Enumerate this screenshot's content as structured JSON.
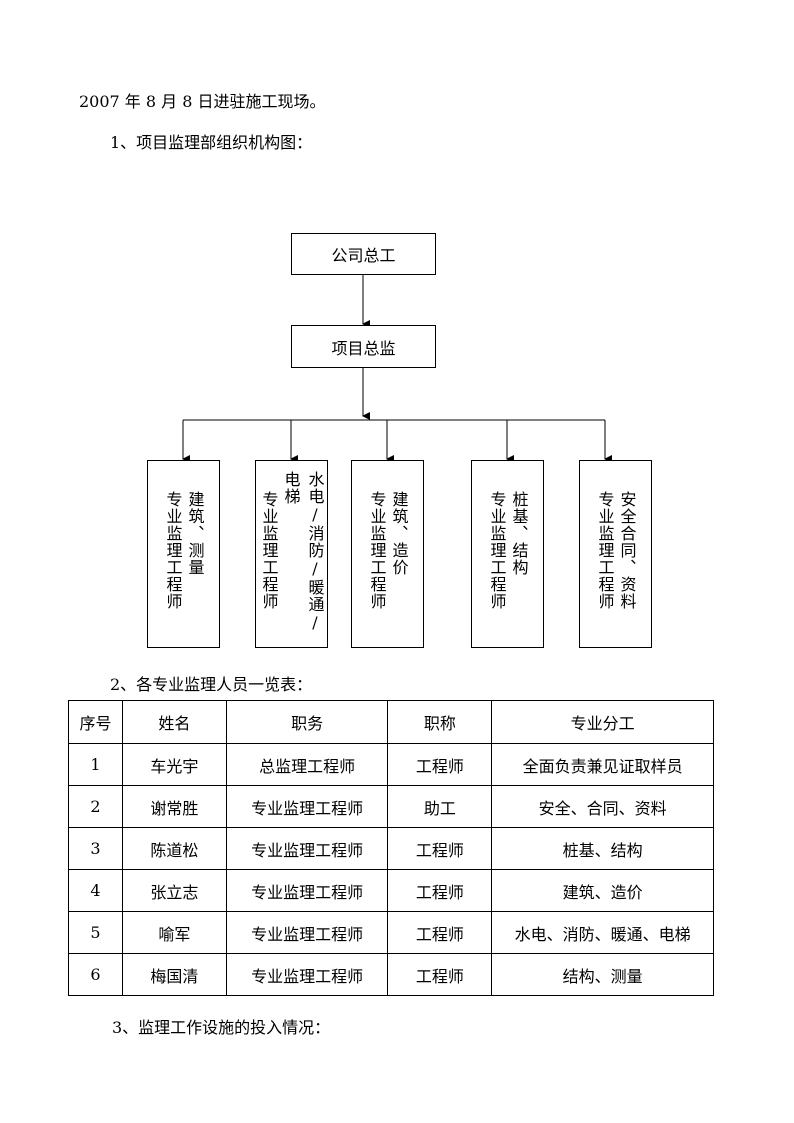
{
  "intro_line": "2007 年 8 月 8 日进驻施工现场。",
  "section1_title": "1、项目监理部组织机构图：",
  "org_chart": {
    "top": "公司总工",
    "middle": "项目总监",
    "branches": [
      {
        "name_columns": [
          "建筑、测量",
          "专业监理工程师"
        ]
      },
      {
        "name_columns": [
          "水电/消防/暖通/电梯",
          "专业监理工程师"
        ]
      },
      {
        "name_columns": [
          "建筑、造价",
          "专业监理工程师"
        ]
      },
      {
        "name_columns": [
          "桩基、结构",
          "专业监理工程师"
        ]
      },
      {
        "name_columns": [
          "安全合同、资料",
          "专业监理工程师"
        ]
      }
    ]
  },
  "section2_title": "2、各专业监理人员一览表：",
  "staff_table": {
    "headers": [
      "序号",
      "姓名",
      "职务",
      "职称",
      "专业分工"
    ],
    "rows": [
      [
        "1",
        "车光宇",
        "总监理工程师",
        "工程师",
        "全面负责兼见证取样员"
      ],
      [
        "2",
        "谢常胜",
        "专业监理工程师",
        "助工",
        "安全、合同、资料"
      ],
      [
        "3",
        "陈道松",
        "专业监理工程师",
        "工程师",
        "桩基、结构"
      ],
      [
        "4",
        "张立志",
        "专业监理工程师",
        "工程师",
        "建筑、造价"
      ],
      [
        "5",
        "喻军",
        "专业监理工程师",
        "工程师",
        "水电、消防、暖通、电梯"
      ],
      [
        "6",
        "梅国清",
        "专业监理工程师",
        "工程师",
        "结构、测量"
      ]
    ]
  },
  "section3_title": "3、监理工作设施的投入情况："
}
